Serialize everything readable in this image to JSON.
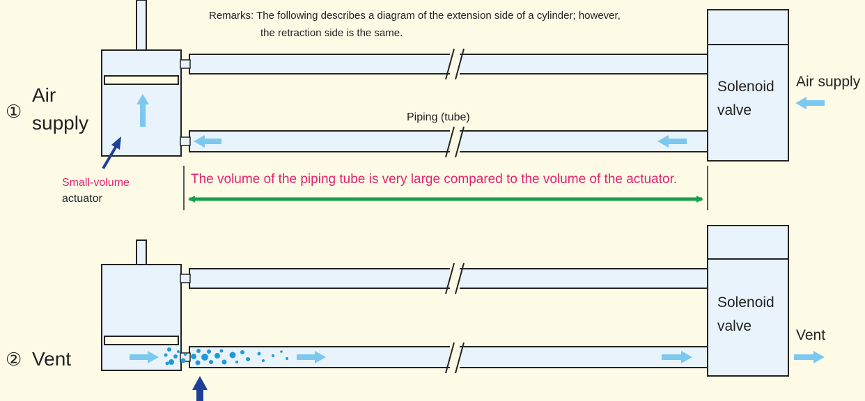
{
  "remarks": {
    "line1": "Remarks: The following describes a diagram of the extension side of a cylinder; however,",
    "line2": "the retraction side is the same."
  },
  "panel1": {
    "step_number": "①",
    "step_label_line1": "Air",
    "step_label_line2": "supply",
    "valve_label_line1": "Solenoid",
    "valve_label_line2": "valve",
    "supply_label": "Air supply",
    "piping_label": "Piping (tube)",
    "actuator_label_line1": "Small-volume",
    "actuator_label_line2": "actuator",
    "volume_note": "The volume of the piping tube is very large compared to the volume of the actuator."
  },
  "panel2": {
    "step_number": "②",
    "step_label": "Vent",
    "valve_label_line1": "Solenoid",
    "valve_label_line2": "valve",
    "vent_label": "Vent"
  },
  "colors": {
    "background": "#fdfbe6",
    "component_fill": "#e8f3fb",
    "outline": "#222222",
    "flow_arrow": "#7cc8ef",
    "bubbles": "#1e9ad8",
    "pointer_arrow": "#1f3f99",
    "dimension_arrow": "#18a048",
    "highlight_text": "#e3226e"
  }
}
